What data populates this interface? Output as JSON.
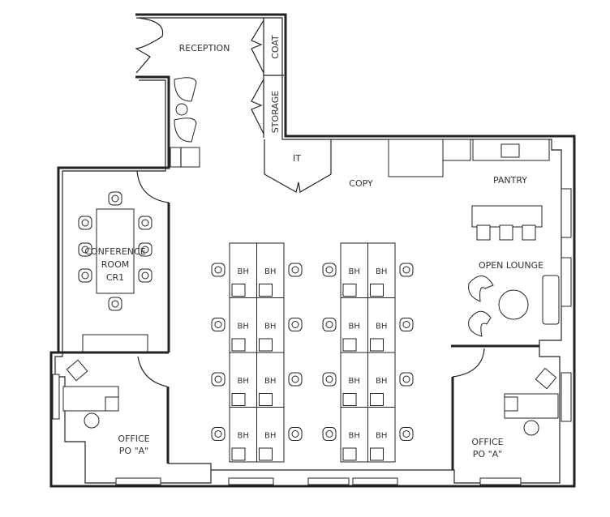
{
  "plan": {
    "rooms": {
      "reception": "RECEPTION",
      "coat": "COAT",
      "storage": "STORAGE",
      "it": "IT",
      "copy": "COPY",
      "pantry": "PANTRY",
      "open_lounge": "OPEN LOUNGE",
      "conference_line1": "CONFERENCE",
      "conference_line2": "ROOM",
      "conference_line3": "CR1",
      "office_left_line1": "OFFICE",
      "office_left_line2": "PO \"A\"",
      "office_right_line1": "OFFICE",
      "office_right_line2": "PO \"A\""
    },
    "workstation_label": "BH",
    "workstation_count": 16
  }
}
